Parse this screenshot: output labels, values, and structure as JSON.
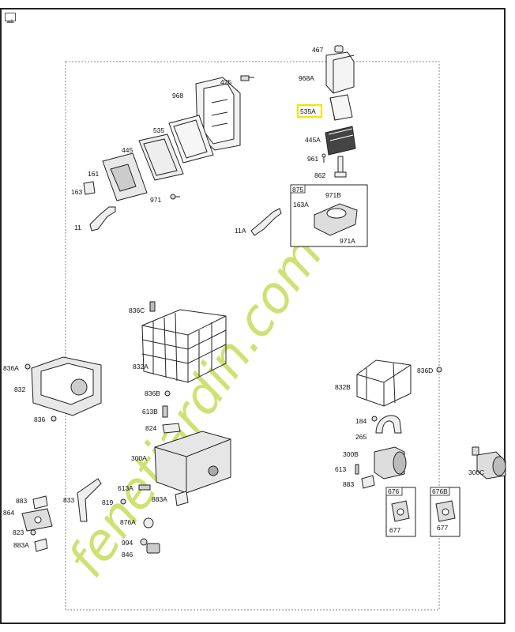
{
  "window": {
    "corner_icon": "image-icon"
  },
  "highlight_color": "#f5e400",
  "watermark": {
    "text": "fenetjardin.com",
    "color_green": "#c6dc5a",
    "color_orange": "#f5b060",
    "color_gray": "#b5aaa0"
  },
  "parts": [
    {
      "id": "467",
      "label": "467"
    },
    {
      "id": "968A",
      "label": "968A"
    },
    {
      "id": "535A",
      "label": "535A",
      "highlighted": true
    },
    {
      "id": "445A",
      "label": "445A"
    },
    {
      "id": "961",
      "label": "961"
    },
    {
      "id": "862",
      "label": "862"
    },
    {
      "id": "875",
      "label": "875"
    },
    {
      "id": "971B",
      "label": "971B"
    },
    {
      "id": "163A",
      "label": "163A"
    },
    {
      "id": "971A",
      "label": "971A"
    },
    {
      "id": "11A",
      "label": "11A"
    },
    {
      "id": "425",
      "label": "425"
    },
    {
      "id": "968",
      "label": "968"
    },
    {
      "id": "535",
      "label": "535"
    },
    {
      "id": "445",
      "label": "445"
    },
    {
      "id": "161",
      "label": "161"
    },
    {
      "id": "163",
      "label": "163"
    },
    {
      "id": "971",
      "label": "971"
    },
    {
      "id": "11",
      "label": "11"
    },
    {
      "id": "836C",
      "label": "836C"
    },
    {
      "id": "832A",
      "label": "832A"
    },
    {
      "id": "836B",
      "label": "836B"
    },
    {
      "id": "836A",
      "label": "836A"
    },
    {
      "id": "832",
      "label": "832"
    },
    {
      "id": "836",
      "label": "836"
    },
    {
      "id": "613B",
      "label": "613B"
    },
    {
      "id": "824",
      "label": "824"
    },
    {
      "id": "300A",
      "label": "300A"
    },
    {
      "id": "613A",
      "label": "613A"
    },
    {
      "id": "819",
      "label": "819"
    },
    {
      "id": "883A",
      "label": "883A"
    },
    {
      "id": "833",
      "label": "833"
    },
    {
      "id": "883",
      "label": "883"
    },
    {
      "id": "864",
      "label": "864"
    },
    {
      "id": "823",
      "label": "823"
    },
    {
      "id": "883A_2",
      "label": "883A"
    },
    {
      "id": "876A",
      "label": "876A"
    },
    {
      "id": "994",
      "label": "994"
    },
    {
      "id": "846",
      "label": "846"
    },
    {
      "id": "836D",
      "label": "836D"
    },
    {
      "id": "832B",
      "label": "832B"
    },
    {
      "id": "184",
      "label": "184"
    },
    {
      "id": "265",
      "label": "265"
    },
    {
      "id": "300B",
      "label": "300B"
    },
    {
      "id": "613",
      "label": "613"
    },
    {
      "id": "883_2",
      "label": "883"
    },
    {
      "id": "300C",
      "label": "300C"
    },
    {
      "id": "676",
      "label": "676"
    },
    {
      "id": "677",
      "label": "677"
    },
    {
      "id": "676B",
      "label": "676B"
    },
    {
      "id": "677_2",
      "label": "677"
    }
  ]
}
